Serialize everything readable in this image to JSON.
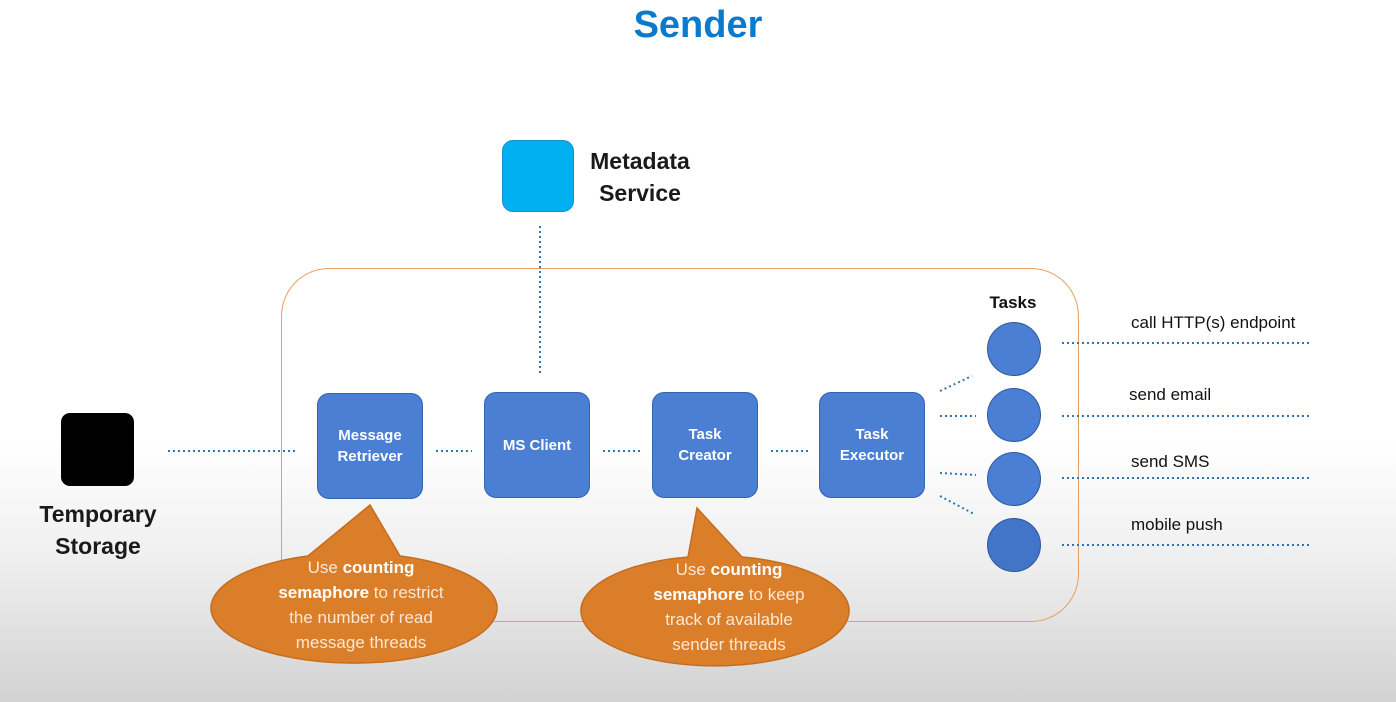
{
  "title": "Sender",
  "metadata_service": {
    "label_line1": "Metadata",
    "label_line2": "Service"
  },
  "temporary_storage": {
    "label_line1": "Temporary",
    "label_line2": "Storage"
  },
  "components": {
    "message_retriever": {
      "line1": "Message",
      "line2": "Retriever"
    },
    "ms_client": {
      "line1": "MS Client"
    },
    "task_creator": {
      "line1": "Task",
      "line2": "Creator"
    },
    "task_executor": {
      "line1": "Task",
      "line2": "Executor"
    }
  },
  "tasks": {
    "label": "Tasks",
    "actions": [
      "call HTTP(s) endpoint",
      "send email",
      "send SMS",
      "mobile push"
    ]
  },
  "callouts": [
    {
      "pre": "Use ",
      "bold": "counting semaphore",
      "post": " to restrict the number of read message threads",
      "l1a": "Use ",
      "l1b": "counting",
      "l2a": "semaphore",
      "l2b": " to restrict",
      "l3": "the number of read",
      "l4": "message threads"
    },
    {
      "pre": "Use ",
      "bold": "counting semaphore",
      "post": " to keep track of available sender threads",
      "l1a": "Use ",
      "l1b": "counting",
      "l2a": "semaphore",
      "l2b": " to keep",
      "l3": "track of available",
      "l4": "sender threads"
    }
  ],
  "colors": {
    "title": "#0a7acc",
    "process_box": "#4a7fd4",
    "metadata_box": "#00b0f0",
    "storage_box": "#000000",
    "container_border": "#e2a160",
    "callout_fill": "#db7e2a",
    "connector": "#2e75b6"
  }
}
